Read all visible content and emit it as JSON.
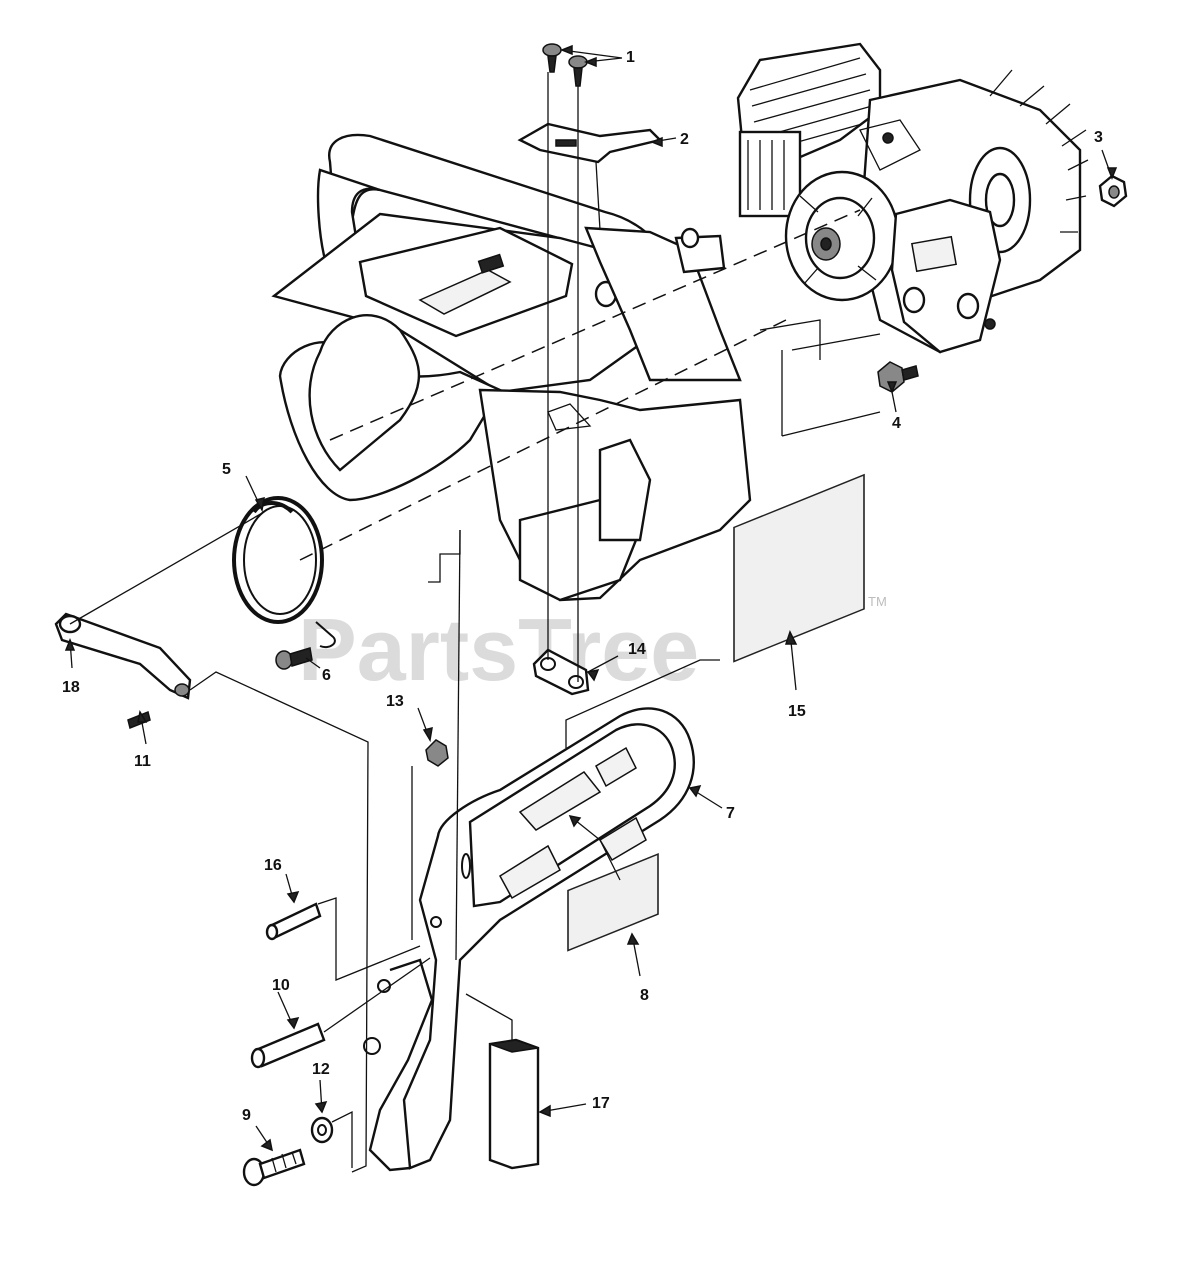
{
  "watermark": {
    "text": "PartsTree",
    "mark": "TM"
  },
  "callouts": [
    {
      "id": "c1",
      "number": "1"
    },
    {
      "id": "c2",
      "number": "2"
    },
    {
      "id": "c3",
      "number": "3"
    },
    {
      "id": "c4",
      "number": "4"
    },
    {
      "id": "c5",
      "number": "5"
    },
    {
      "id": "c6",
      "number": "6"
    },
    {
      "id": "c7",
      "number": "7"
    },
    {
      "id": "c8",
      "number": "8"
    },
    {
      "id": "c9",
      "number": "9"
    },
    {
      "id": "c10",
      "number": "10"
    },
    {
      "id": "c11",
      "number": "11"
    },
    {
      "id": "c12",
      "number": "12"
    },
    {
      "id": "c13",
      "number": "13"
    },
    {
      "id": "c14",
      "number": "14"
    },
    {
      "id": "c15",
      "number": "15"
    },
    {
      "id": "c16",
      "number": "16"
    },
    {
      "id": "c17",
      "number": "17"
    },
    {
      "id": "c18",
      "number": "18"
    }
  ]
}
